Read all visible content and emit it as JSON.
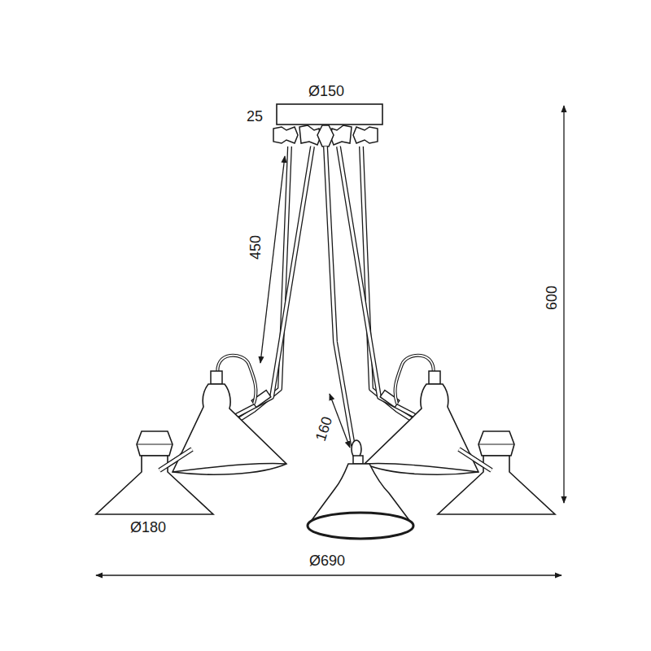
{
  "diagram": {
    "labels": [
      "Ø150",
      "25",
      "450",
      "600",
      "160",
      "Ø180",
      "Ø690"
    ]
  }
}
